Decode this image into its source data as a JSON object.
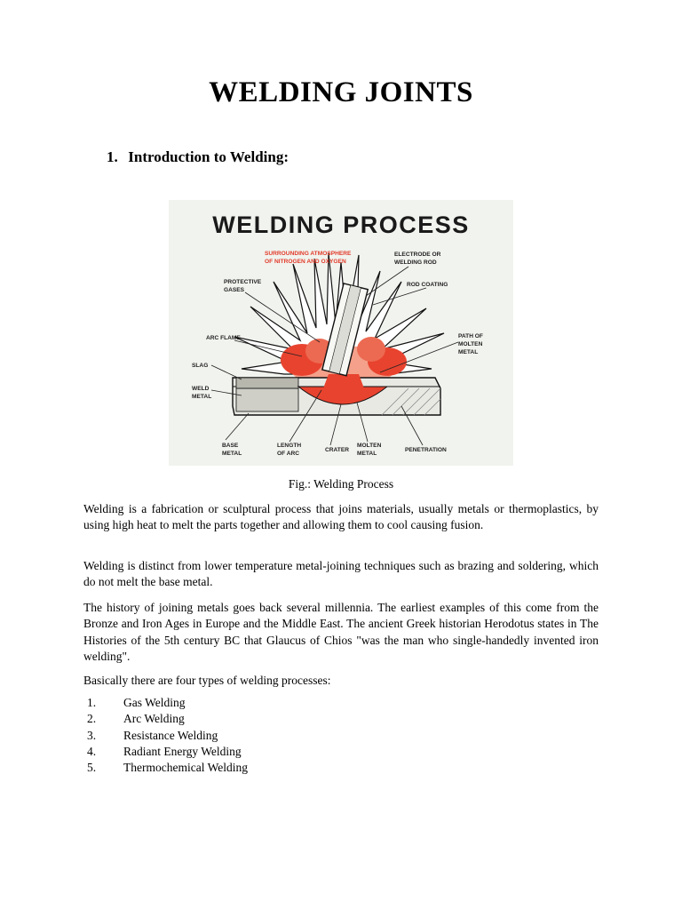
{
  "document": {
    "title": "WELDING JOINTS",
    "section": {
      "number": "1.",
      "heading": "Introduction to Welding:"
    },
    "figure": {
      "banner": "WELDING PROCESS",
      "labels": {
        "atmosphere_1": "SURROUNDING ATMOSPHERE",
        "atmosphere_2": "OF NITROGEN AND OXYGEN",
        "electrode_1": "ELECTRODE OR",
        "electrode_2": "WELDING ROD",
        "rod_coating": "ROD COATING",
        "protective_1": "PROTECTIVE",
        "protective_2": "GASES",
        "arc_flame": "ARC FLAME",
        "path_1": "PATH OF",
        "path_2": "MOLTEN",
        "path_3": "METAL",
        "slag": "SLAG",
        "weld_1": "WELD",
        "weld_2": "METAL",
        "base_1": "BASE",
        "base_2": "METAL",
        "length_1": "LENGTH",
        "length_2": "OF ARC",
        "crater": "CRATER",
        "molten_1": "MOLTEN",
        "molten_2": "METAL",
        "penetration": "PENETRATION"
      },
      "colors": {
        "flame": "#e8432f",
        "flame_light": "#f4a08a",
        "background": "#f1f3ee"
      },
      "caption": "Fig.: Welding Process"
    },
    "paragraphs": [
      "Welding is a fabrication or sculptural process that joins materials, usually metals or thermoplastics, by using high heat to melt the parts together and allowing them to cool causing fusion.",
      "Welding is distinct from lower temperature metal-joining techniques such as brazing and soldering, which do not melt the base metal.",
      "The history of joining metals goes back several millennia. The earliest examples of this come from the Bronze and Iron Ages in Europe and the Middle East. The ancient Greek historian Herodotus states in The Histories of the 5th century BC that Glaucus of Chios \"was the man who single-handedly invented iron welding\".",
      "Basically there are four types of welding processes:"
    ],
    "types": [
      {
        "n": "1.",
        "label": "Gas Welding"
      },
      {
        "n": "2.",
        "label": "Arc Welding"
      },
      {
        "n": "3.",
        "label": "Resistance Welding"
      },
      {
        "n": "4.",
        "label": "Radiant Energy Welding"
      },
      {
        "n": "5.",
        "label": "Thermochemical Welding"
      }
    ]
  }
}
